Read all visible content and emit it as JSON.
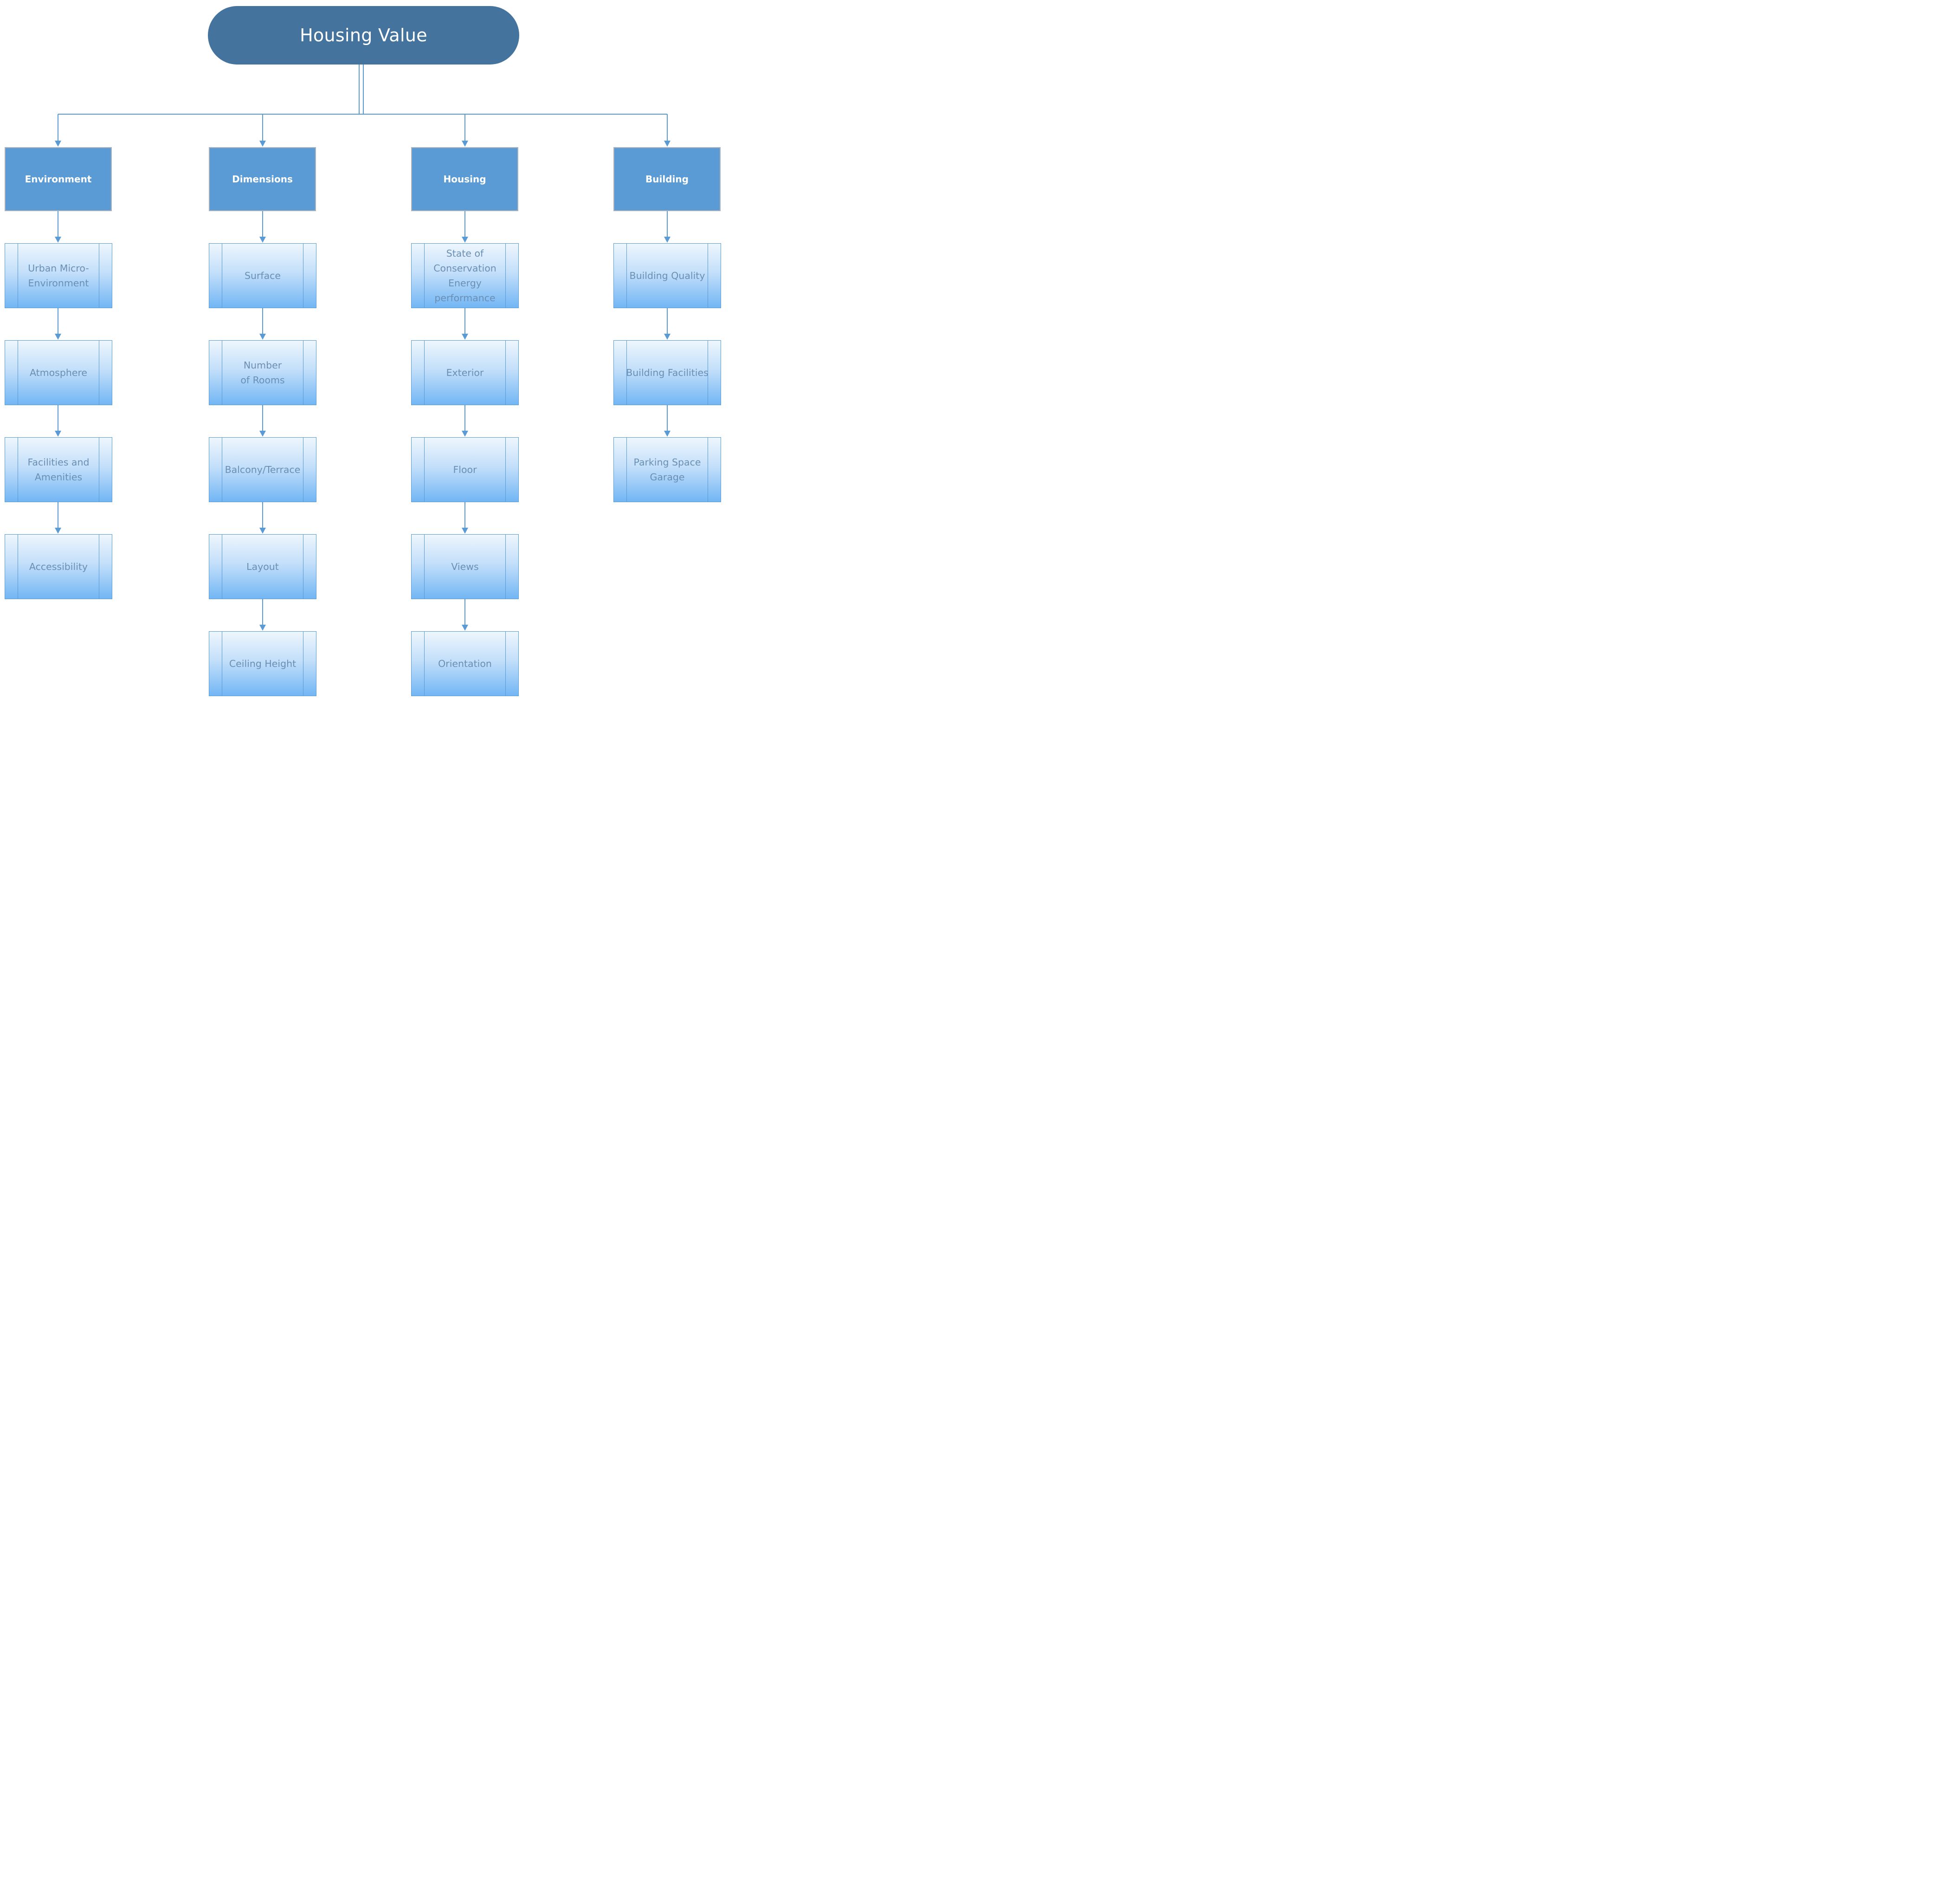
{
  "root": {
    "label": "Housing Value"
  },
  "colors": {
    "root_fill": "#44739e",
    "category_fill": "#5b9bd5",
    "leaf_border": "#5b9bd5",
    "leaf_text": "#6a8fb3",
    "connector": "#5b9bd5"
  },
  "categories": [
    {
      "label": "Environment",
      "items": [
        "Urban Micro-\nEnvironment",
        "Atmosphere",
        "Facilities and\nAmenities",
        "Accessibility"
      ]
    },
    {
      "label": "Dimensions",
      "items": [
        "Surface",
        "Number\nof Rooms",
        "Balcony/Terrace",
        "Layout",
        "Ceiling Height"
      ]
    },
    {
      "label": "Housing",
      "items": [
        "State of\nConservation\nEnergy\nperformance",
        "Exterior",
        "Floor",
        "Views",
        "Orientation"
      ]
    },
    {
      "label": "Building",
      "items": [
        "Building Quality",
        "Building Facilities",
        "Parking Space\nGarage"
      ]
    }
  ]
}
